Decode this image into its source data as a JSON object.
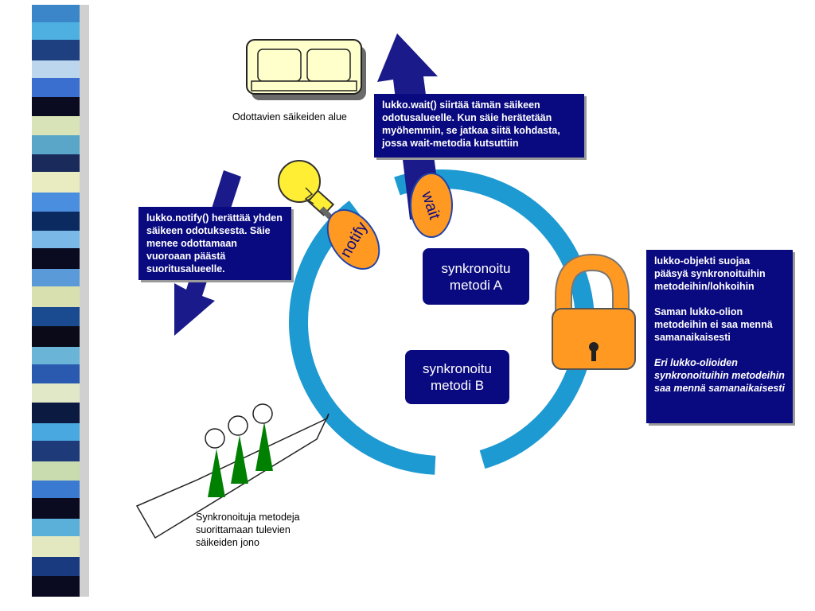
{
  "waiting_area": {
    "label": "Odottavien säikeiden alue"
  },
  "wait_box": {
    "text": "lukko.wait() siirtää tämän säikeen odotusalueelle. Kun säie herätetään myöhemmin, se jatkaa siitä kohdasta, jossa wait-metodia kutsuttiin"
  },
  "notify_box": {
    "text": "lukko.notify() herättää yhden säikeen odotuksesta. Säie menee odottamaan vuoroaan päästä suoritusalueelle."
  },
  "wait_bubble": {
    "label": "wait"
  },
  "notify_bubble": {
    "label": "notify"
  },
  "method_a": {
    "line1": "synkronoitu",
    "line2": "metodi A"
  },
  "method_b": {
    "line1": "synkronoitu",
    "line2": "metodi B"
  },
  "lock_box": {
    "line1": "lukko-objekti suojaa pääsyä synkronoituihin metodeihin/lohkoihin",
    "line2": "Saman lukko-olion metodeihin ei saa mennä samanaikaisesti",
    "line3": "Eri lukko-olioiden synkronoituihin metodeihin saa mennä samanaikaisesti"
  },
  "queue": {
    "label": "Synkronoituja metodeja suorittamaan tulevien säikeiden jono"
  },
  "colors": {
    "dark_blue": "#0a0a80",
    "ring_blue": "#1e9ad2",
    "orange": "#ff9922",
    "bulb_yellow": "#ffee33",
    "green": "#008000",
    "sofa": "#ffffcc"
  }
}
